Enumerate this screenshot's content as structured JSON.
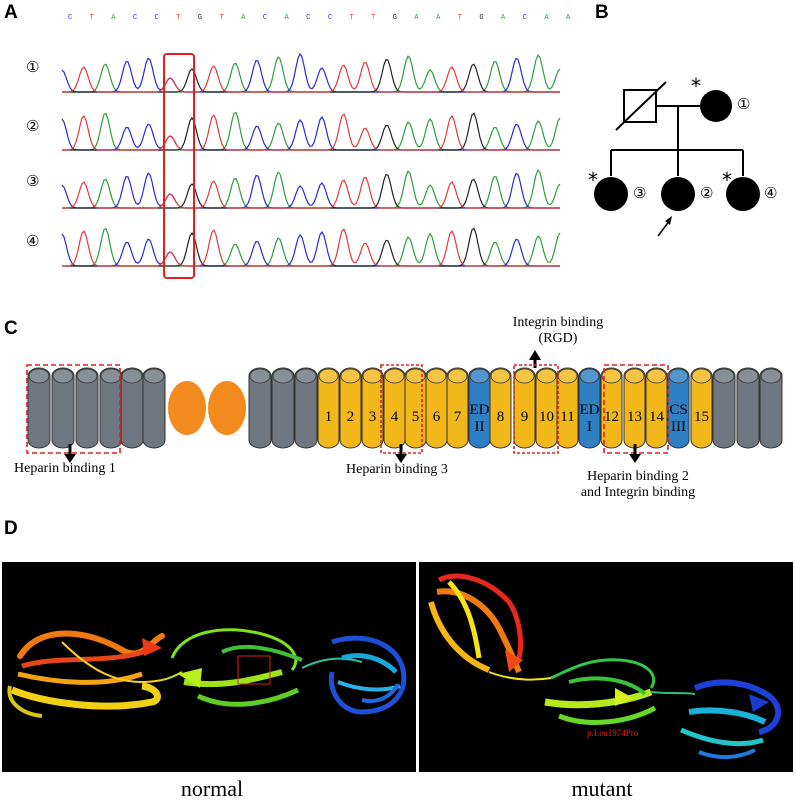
{
  "panels": {
    "a": {
      "letter": "A",
      "sequence": [
        "C",
        "T",
        "A",
        "C",
        "C",
        "T",
        "G",
        "T",
        "A",
        "C",
        "A",
        "C",
        "C",
        "T",
        "T",
        "G",
        "A",
        "A",
        "T",
        "G",
        "A",
        "C",
        "A",
        "A"
      ],
      "trace_labels": [
        "①",
        "②",
        "③",
        "④"
      ],
      "colors": {
        "A": "#2e9e3e",
        "C": "#2a2ad8",
        "G": "#222222",
        "T": "#e03a3a"
      },
      "highlight_color": "#e02020"
    },
    "b": {
      "letter": "B",
      "labels": {
        "mother": "①",
        "child_left": "③",
        "child_middle": "②",
        "child_right": "④"
      },
      "asterisk": "*"
    },
    "c": {
      "letter": "C",
      "integrin_rgd": {
        "line1": "Integrin binding",
        "line2": "(RGD)"
      },
      "heparin1": "Heparin binding 1",
      "heparin3": "Heparin binding 3",
      "heparin2": {
        "line1": "Heparin binding 2",
        "line2": "and Integrin binding"
      },
      "type3_modules": [
        "1",
        "2",
        "3",
        "4",
        "5",
        "6",
        "7",
        "8",
        "9",
        "10",
        "11",
        "12",
        "13",
        "14",
        "15"
      ],
      "extra_domains": {
        "edb": [
          "ED",
          "II"
        ],
        "eda": [
          "ED",
          "I"
        ],
        "cs": [
          "CS",
          "III"
        ]
      },
      "colors": {
        "grey": "#6f7780",
        "orange": "#f28a1e",
        "yellow": "#f2b719",
        "blue": "#2f7fc4",
        "highlight": "#e02020"
      }
    },
    "d": {
      "letter": "D",
      "mutation_label": "p.Leu1974Pro",
      "caption_normal": "normal",
      "caption_mutant": "mutant"
    }
  }
}
